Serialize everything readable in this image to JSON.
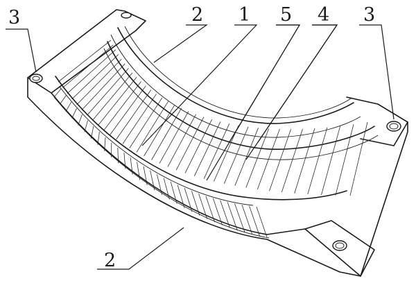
{
  "callouts": [
    {
      "id": "c3-left",
      "text": "3"
    },
    {
      "id": "c2-top",
      "text": "2"
    },
    {
      "id": "c1",
      "text": "1"
    },
    {
      "id": "c5",
      "text": "5"
    },
    {
      "id": "c4",
      "text": "4"
    },
    {
      "id": "c3-right",
      "text": "3"
    },
    {
      "id": "c2-bottom",
      "text": "2"
    }
  ]
}
